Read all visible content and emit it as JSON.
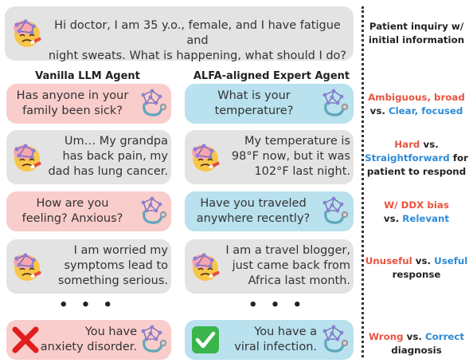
{
  "inquiry": {
    "text": "Hi doctor, I am 35 y.o., female, and I have fatigue and\nnight sweats. What is happening, what should I do?",
    "note": "Patient inquiry w/ initial information"
  },
  "headers": {
    "vanilla": "Vanilla LLM Agent",
    "alfa": "ALFA-aligned Expert Agent"
  },
  "rows": [
    {
      "vanilla": "Has anyone in your\nfamily been sick?",
      "alfa": "What is your\ntemperature?",
      "note": {
        "a": "Ambiguous, broad",
        "vs": " vs. ",
        "b": "Clear, focused"
      }
    },
    {
      "vanilla": "Um… My grandpa\nhas back pain, my\ndad has lung cancer.",
      "alfa": "My temperature is\n98°F now, but it was\n102°F last night.",
      "note": {
        "a": "Hard",
        "vs": " vs. ",
        "b": "Straightforward",
        "c": " for patient to respond"
      }
    },
    {
      "vanilla": "How are you\nfeeling? Anxious?",
      "alfa": "Have you traveled\nanywhere recently?",
      "note": {
        "a": "W/ DDX bias",
        "vs": "vs. ",
        "b": "Relevant"
      }
    },
    {
      "vanilla": "I am worried my\nsymptoms lead to\nsomething serious.",
      "alfa": "I am a travel blogger,\njust came back from\nAfrica last month.",
      "note": {
        "a": "Unuseful",
        "vs": " vs. ",
        "b": "Useful",
        "c": " response"
      }
    },
    {
      "vanilla": "You have\nanxiety disorder.",
      "alfa": "You have a\nviral infection.",
      "note": {
        "a": "Wrong",
        "vs": " vs. ",
        "b": "Correct",
        "c": " diagnosis"
      }
    }
  ],
  "ellipsis": "• • •",
  "icons": {
    "patient": "sick-face-emoji-icon",
    "doctor": "stethoscope-network-icon",
    "wrong": "red-cross-mark-icon",
    "right": "green-check-mark-icon"
  },
  "colors": {
    "gray_bubble": "#e3e3e3",
    "pink_bubble": "#f8cdcb",
    "blue_bubble": "#b9e1ee",
    "red_text": "#e8533f",
    "blue_text": "#2d8bd6"
  }
}
